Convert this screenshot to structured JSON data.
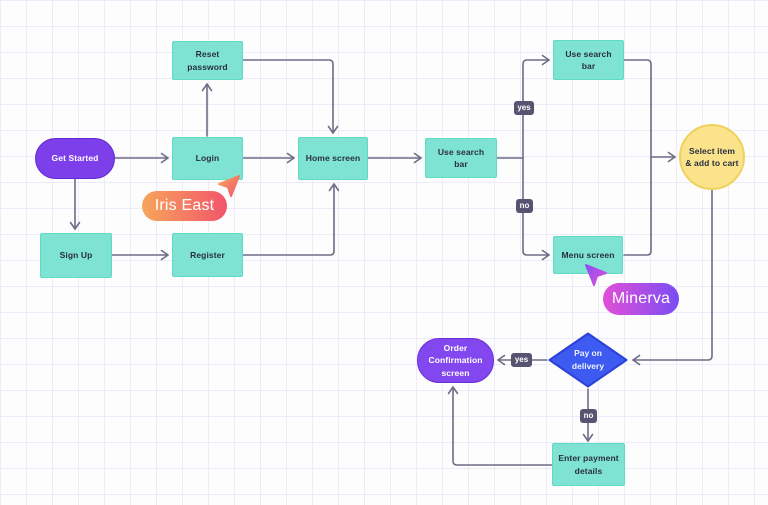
{
  "nodes": {
    "get_started": {
      "label": "Get Started"
    },
    "login": {
      "label": "Login"
    },
    "reset_password": {
      "label": "Reset password"
    },
    "sign_up": {
      "label": "Sign Up"
    },
    "register": {
      "label": "Register"
    },
    "home_screen": {
      "label": "Home screen"
    },
    "use_search_bar": {
      "label": "Use search bar"
    },
    "use_search_bar_result": {
      "label": "Use search bar"
    },
    "menu_screen": {
      "label": "Menu screen"
    },
    "select_item": {
      "label": "Select item & add to cart"
    },
    "pay_on_delivery": {
      "label": "Pay on delivery"
    },
    "order_confirmation": {
      "label": "Order Confirmation screen"
    },
    "enter_payment_details": {
      "label": "Enter payment details"
    }
  },
  "edge_labels": {
    "search_yes": "yes",
    "search_no": "no",
    "pay_yes": "yes",
    "pay_no": "no"
  },
  "cursors": {
    "iris": {
      "name": "Iris East"
    },
    "minerva": {
      "name": "Minerva"
    }
  },
  "colors": {
    "teal_fill": "#7ee3d2",
    "teal_border": "#60d9c5",
    "purple_fill": "#7c3fea",
    "purple_border": "#6429d6",
    "blue_fill": "#3d5af1",
    "blue_border": "#2c41d8",
    "yellow_fill": "#fae38b",
    "yellow_border": "#eed25f",
    "badge_bg": "#575471",
    "connector": "#6f6c86",
    "grid_line": "#edebf7",
    "cursor_iris_from": "#f7a55b",
    "cursor_iris_to": "#f2556b",
    "cursor_minerva_from": "#e14fd8",
    "cursor_minerva_to": "#7b4df3"
  }
}
